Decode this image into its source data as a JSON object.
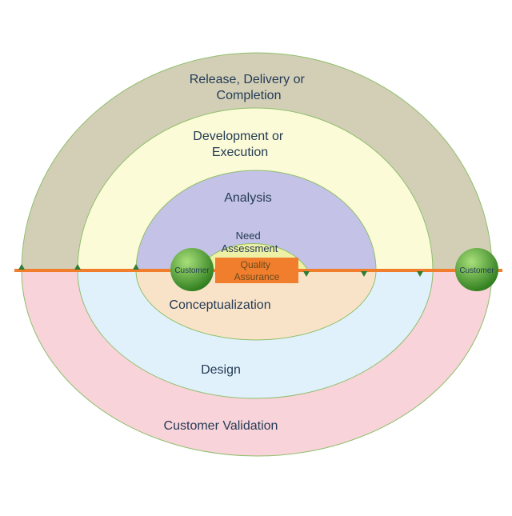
{
  "diagram": {
    "upper_rings": [
      {
        "id": "release",
        "lines": [
          "Release, Delivery or",
          "Completion"
        ],
        "color": "#d3cfb7"
      },
      {
        "id": "development",
        "lines": [
          "Development or",
          "Execution"
        ],
        "color": "#fbfbd8"
      },
      {
        "id": "analysis",
        "lines": [
          "Analysis"
        ],
        "color": "#c4c2e6"
      },
      {
        "id": "need",
        "lines": [
          "Need",
          "Assessment"
        ],
        "color": "#eef1a5"
      }
    ],
    "lower_rings": [
      {
        "id": "validation",
        "lines": [
          "Customer Validation"
        ],
        "color": "#f8d3da"
      },
      {
        "id": "design",
        "lines": [
          "Design"
        ],
        "color": "#e1f1fb"
      },
      {
        "id": "conceptualization",
        "lines": [
          "Conceptualization"
        ],
        "color": "#f9e3c8"
      }
    ],
    "quality_box": {
      "lines": [
        "Quality",
        "Assurance"
      ],
      "color": "#f07e2c"
    },
    "customer_nodes": [
      {
        "id": "center",
        "label": "Customer"
      },
      {
        "id": "outer",
        "label": "Customer"
      }
    ],
    "colors": {
      "axis": "#f07e2c",
      "arrow": "#2f7d32",
      "ring_outline": "#8fbf6b",
      "sphere_dark": "#2f7d1e",
      "sphere_light": "#a8e07a"
    }
  }
}
